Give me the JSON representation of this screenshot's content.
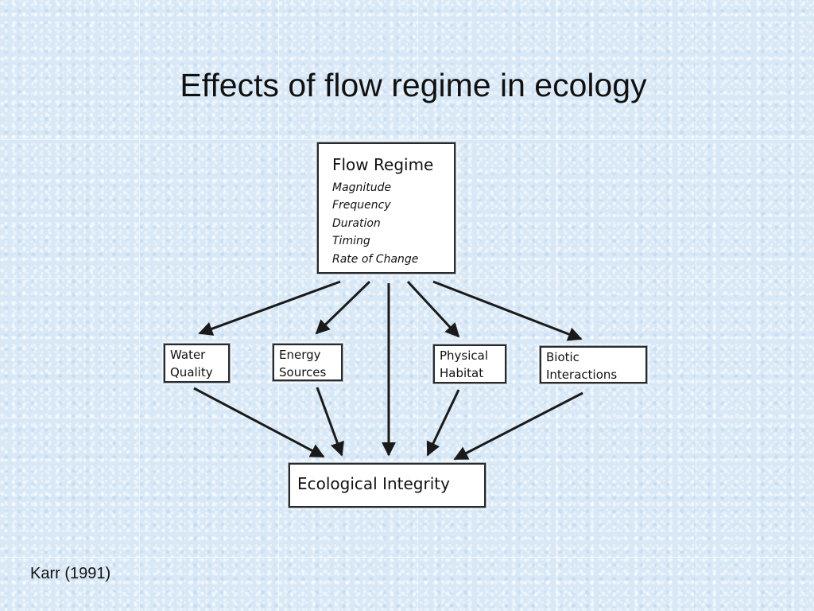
{
  "title": "Effects of flow regime in ecology",
  "flow_regime": {
    "heading": "Flow Regime",
    "attributes": [
      "Magnitude",
      "Frequency",
      "Duration",
      "Timing",
      "Rate of Change"
    ]
  },
  "factors": [
    {
      "line1": "Water",
      "line2": "Quality"
    },
    {
      "line1": "Energy",
      "line2": "Sources"
    },
    {
      "line1": "Physical",
      "line2": "Habitat"
    },
    {
      "line1": "Biotic",
      "line2": "Interactions"
    }
  ],
  "outcome": "Ecological Integrity",
  "citation": "Karr (1991)"
}
